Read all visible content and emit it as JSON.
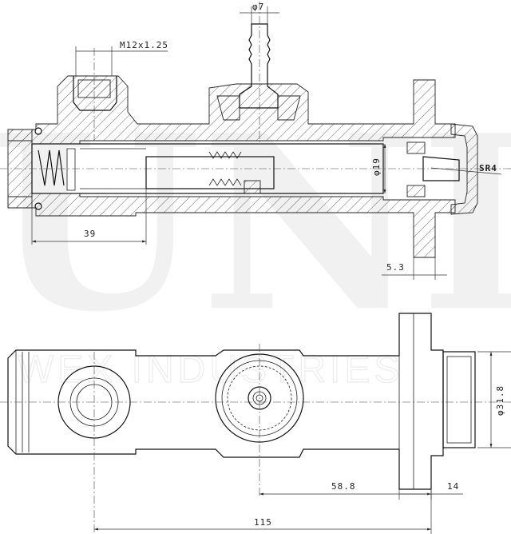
{
  "watermark": {
    "brand": "UNITO",
    "company": "WEX INDUSTRIES"
  },
  "dimensions": {
    "inlet_diameter": "φ7",
    "thread": "M12x1.25",
    "bore_diameter": "φ19",
    "sphere_radius": "SR4",
    "left_length": "39",
    "flange_thickness": "5.3",
    "outer_diameter": "φ31.8",
    "port_offset": "58.8",
    "flange_width": "14",
    "overall_length": "115"
  }
}
